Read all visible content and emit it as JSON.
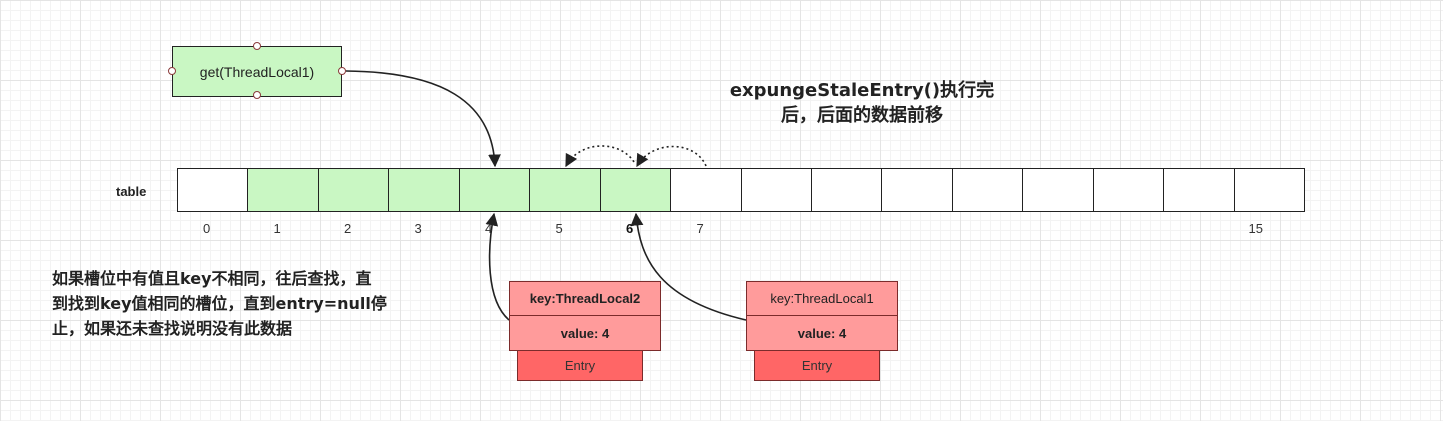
{
  "get_call": {
    "label": "get(ThreadLocal1)"
  },
  "title": {
    "line1": "expungeStaleEntry()执行完",
    "line2": "后，后面的数据前移"
  },
  "table": {
    "label": "table",
    "filled_slots": [
      1,
      2,
      3,
      4,
      5,
      6
    ],
    "slot_count": 16,
    "visible_indices": [
      {
        "text": "0",
        "slot": 0,
        "bold": false
      },
      {
        "text": "1",
        "slot": 1,
        "bold": false
      },
      {
        "text": "2",
        "slot": 2,
        "bold": false
      },
      {
        "text": "3",
        "slot": 3,
        "bold": false
      },
      {
        "text": "4",
        "slot": 4,
        "bold": false
      },
      {
        "text": "5",
        "slot": 5,
        "bold": false
      },
      {
        "text": "6",
        "slot": 6,
        "bold": true
      },
      {
        "text": "7",
        "slot": 7,
        "bold": false
      },
      {
        "text": "15",
        "slot": 15,
        "bold": false
      }
    ]
  },
  "note": {
    "lines": [
      "如果槽位中有值且key不相同，往后查找，直",
      "到找到key值相同的槽位，直到entry=null停",
      "止，如果还未查找说明没有此数据"
    ]
  },
  "entries": [
    {
      "key": "key:ThreadLocal2",
      "key_bold": true,
      "value": "value: 4",
      "tag": "Entry"
    },
    {
      "key": "key:ThreadLocal1",
      "key_bold": false,
      "value": "value: 4",
      "tag": "Entry"
    }
  ],
  "colors": {
    "slot_filled": "#c9f7c3",
    "entry_cell": "#ff9b9b",
    "entry_tag": "#ff6666",
    "outline": "#222222"
  }
}
